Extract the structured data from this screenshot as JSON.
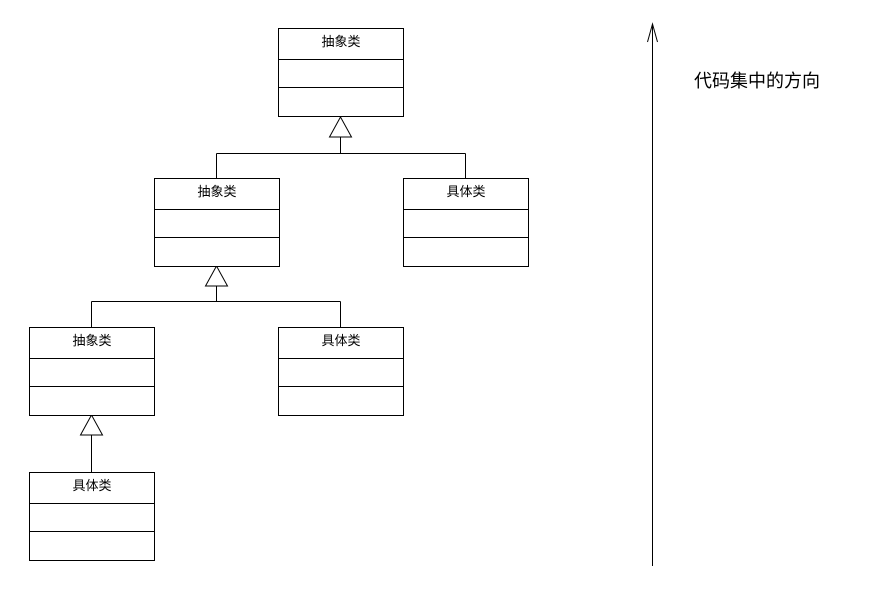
{
  "classes": {
    "top_abstract": {
      "name": "抽象类"
    },
    "mid_abstract": {
      "name": "抽象类"
    },
    "mid_concrete": {
      "name": "具体类"
    },
    "low_abstract": {
      "name": "抽象类"
    },
    "low_concrete": {
      "name": "具体类"
    },
    "bottom_concrete": {
      "name": "具体类"
    }
  },
  "direction": {
    "label": "代码集中的方向"
  },
  "colors": {
    "stroke": "#000000",
    "background": "#ffffff"
  }
}
